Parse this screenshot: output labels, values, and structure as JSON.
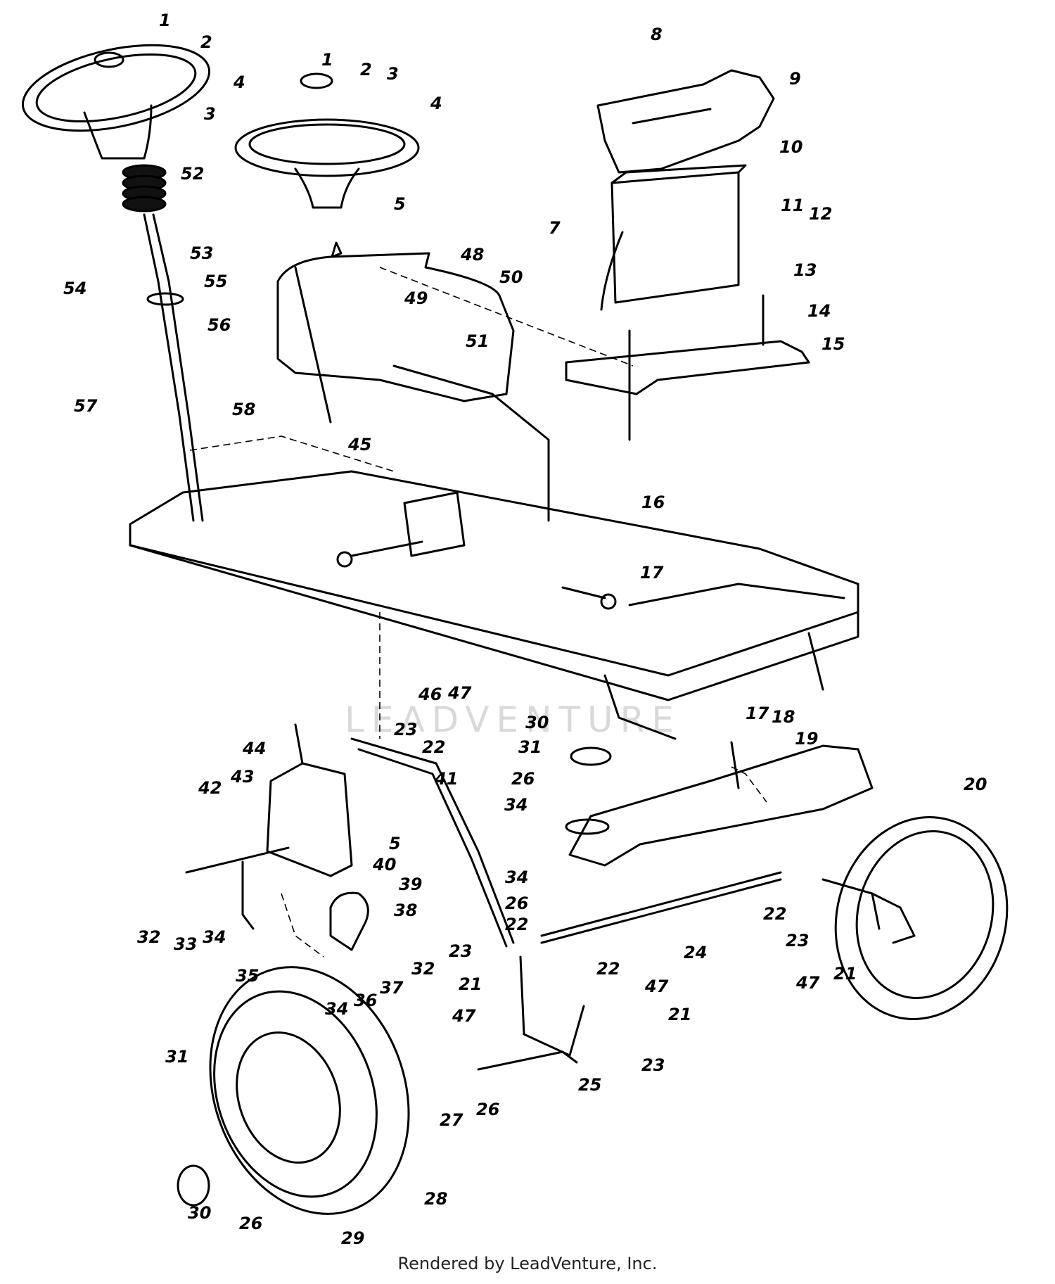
{
  "labels": [
    "1",
    "2",
    "3",
    "4",
    "5",
    "7",
    "8",
    "9",
    "10",
    "11",
    "12",
    "13",
    "14",
    "15",
    "16",
    "17",
    "18",
    "19",
    "20",
    "21",
    "22",
    "23",
    "24",
    "25",
    "26",
    "27",
    "28",
    "29",
    "30",
    "31",
    "32",
    "33",
    "34",
    "35",
    "36",
    "37",
    "38",
    "39",
    "40",
    "41",
    "42",
    "43",
    "44",
    "45",
    "46",
    "47",
    "48",
    "49",
    "50",
    "51",
    "52",
    "53",
    "54",
    "55",
    "56",
    "57",
    "58"
  ],
  "watermark": "LEADVENTURE",
  "footer": "Rendered by LeadVenture, Inc."
}
